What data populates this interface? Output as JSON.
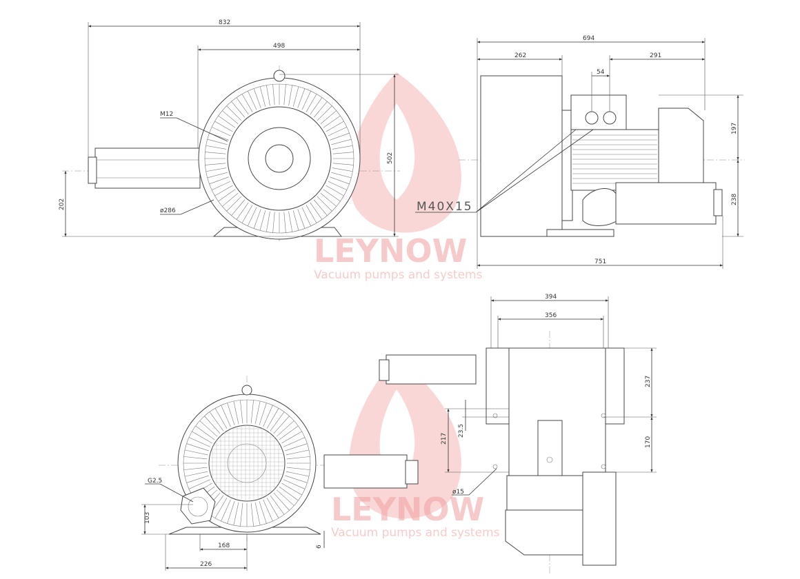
{
  "watermark": {
    "brand": "LEYNOW",
    "tagline": "Vacuum pumps and systems",
    "color": "#f3a7a7"
  },
  "front_view_top": {
    "dims": {
      "overall_width": "832",
      "housing_width": "498",
      "height": "502",
      "axis_height": "202"
    },
    "callouts": {
      "bolt": "M12",
      "diameter": "ø286"
    }
  },
  "side_view_top": {
    "dims": {
      "overall_length": "694",
      "blower_length": "262",
      "port_spacing": "54",
      "motor_length": "291",
      "upper_height": "197",
      "lower_height": "238",
      "total_length": "751"
    },
    "callouts": {
      "cable_gland": "M40X15"
    }
  },
  "front_view_bottom": {
    "dims": {
      "port_height": "103",
      "foot_half": "168",
      "foot_outer": "226",
      "foot_thickness": "6"
    },
    "callouts": {
      "port_thread": "G2.5"
    }
  },
  "side_view_bottom": {
    "dims": {
      "overall": "394",
      "inner": "356",
      "upper": "237",
      "lower": "170",
      "hole_span": "217",
      "hole_offset": "23.5"
    },
    "callouts": {
      "hole_diameter": "ø15"
    }
  }
}
